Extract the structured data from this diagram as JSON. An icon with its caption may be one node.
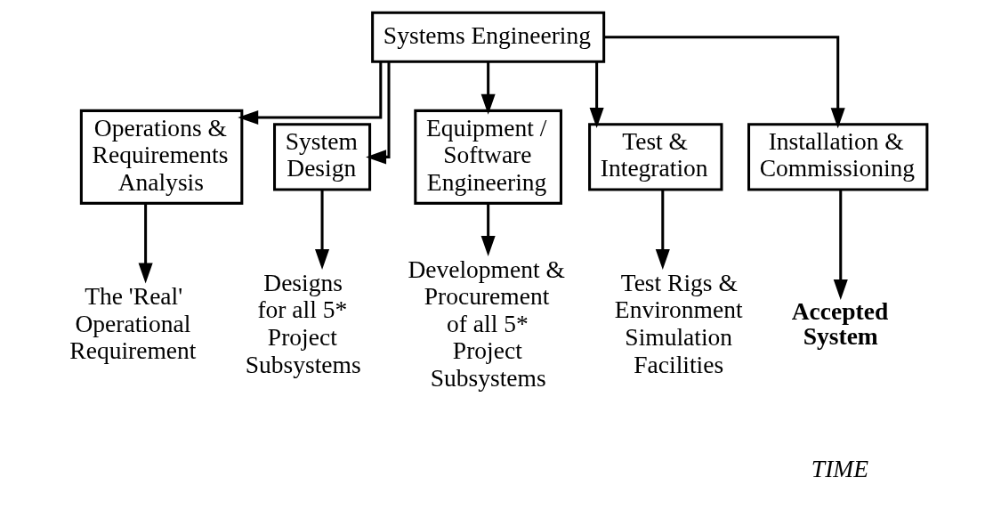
{
  "diagram": {
    "nodes": [
      {
        "text": [
          "Systems Engineering"
        ]
      },
      {
        "text": [
          "Operations & Requirements Analysis"
        ]
      },
      {
        "text": [
          "System Design"
        ]
      },
      {
        "text": [
          "Equipment / Software Engineering"
        ]
      },
      {
        "text": [
          "Test & Integration"
        ]
      },
      {
        "text": [
          "Installation & Commissioning"
        ]
      },
      {
        "text": [
          "The 'Real' Operational Requirement"
        ]
      },
      {
        "text": [
          "Designs for all 5* Project Subsystems"
        ]
      },
      {
        "text": [
          "Development & Procurement of all 5* Project Subsystems"
        ]
      },
      {
        "text": [
          "Test Rigs & Environment Simulation Facilities"
        ]
      },
      {
        "text": [
          "Accepted System"
        ]
      }
    ],
    "edges": [
      {
        "from": 0,
        "to": 1,
        "arrow": "to"
      },
      {
        "from": 0,
        "to": 2,
        "arrow": "to"
      },
      {
        "from": 0,
        "to": 3,
        "arrow": "to"
      },
      {
        "from": 0,
        "to": 4,
        "arrow": "to"
      },
      {
        "from": 0,
        "to": 5,
        "arrow": "to"
      },
      {
        "from": 1,
        "to": 6,
        "arrow": "to"
      },
      {
        "from": 2,
        "to": 7,
        "arrow": "to"
      },
      {
        "from": 3,
        "to": 8,
        "arrow": "to"
      },
      {
        "from": 4,
        "to": 9,
        "arrow": "to"
      },
      {
        "from": 5,
        "to": 10,
        "arrow": "to"
      }
    ],
    "labels": [
      "TIME"
    ]
  }
}
